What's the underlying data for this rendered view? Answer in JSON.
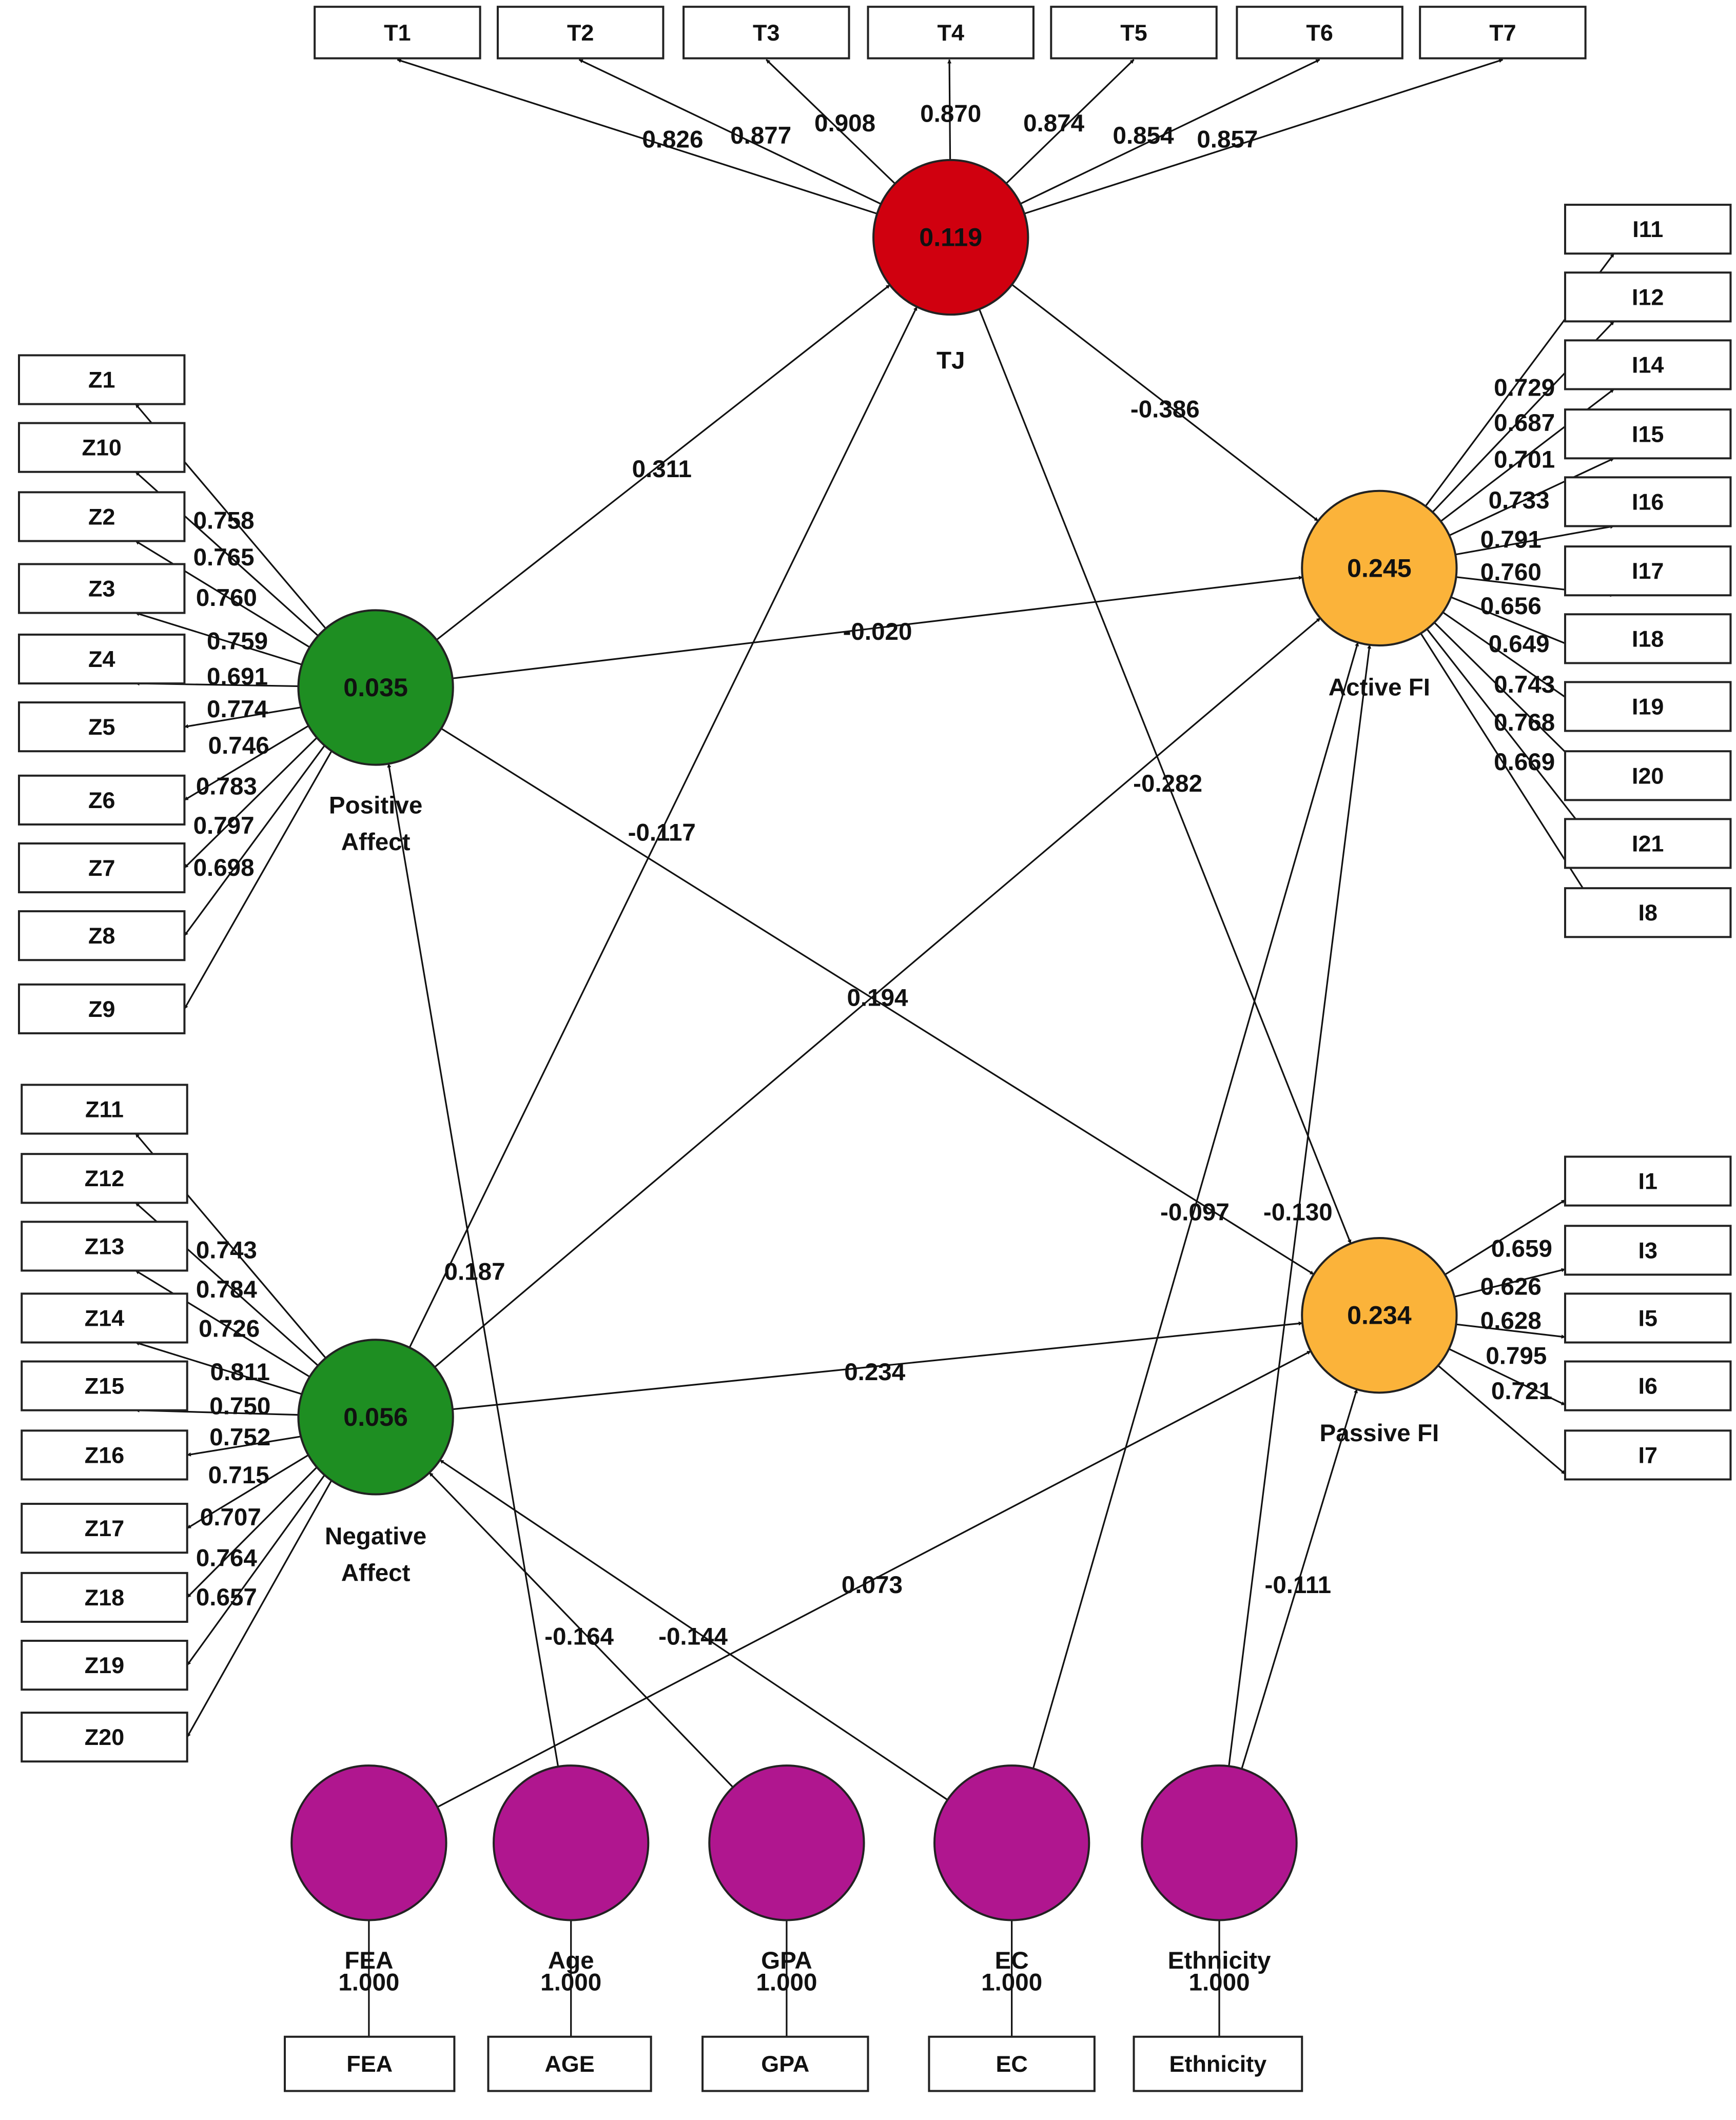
{
  "colors": {
    "tj": "#d0000f",
    "affect": "#1e8e22",
    "fi": "#fbb33a",
    "control": "#b0168f"
  },
  "nodes": {
    "tj": {
      "value": "0.119",
      "label": "TJ"
    },
    "positive_affect": {
      "value": "0.035",
      "label_line1": "Positive",
      "label_line2": "Affect"
    },
    "negative_affect": {
      "value": "0.056",
      "label_line1": "Negative",
      "label_line2": "Affect"
    },
    "active_fi": {
      "value": "0.245",
      "label": "Active FI"
    },
    "passive_fi": {
      "value": "0.234",
      "label": "Passive FI"
    },
    "fea": {
      "label": "FEA",
      "loading": "1.000",
      "indicator": "FEA"
    },
    "age": {
      "label": "Age",
      "loading": "1.000",
      "indicator": "AGE"
    },
    "gpa": {
      "label": "GPA",
      "loading": "1.000",
      "indicator": "GPA"
    },
    "ec": {
      "label": "EC",
      "loading": "1.000",
      "indicator": "EC"
    },
    "ethnicity": {
      "label": "Ethnicity",
      "loading": "1.000",
      "indicator": "Ethnicity"
    }
  },
  "indicators": {
    "t": [
      "T1",
      "T2",
      "T3",
      "T4",
      "T5",
      "T6",
      "T7"
    ],
    "z_pos": [
      "Z1",
      "Z10",
      "Z2",
      "Z3",
      "Z4",
      "Z5",
      "Z6",
      "Z7",
      "Z8",
      "Z9"
    ],
    "z_neg": [
      "Z11",
      "Z12",
      "Z13",
      "Z14",
      "Z15",
      "Z16",
      "Z17",
      "Z18",
      "Z19",
      "Z20"
    ],
    "i_active": [
      "I11",
      "I12",
      "I14",
      "I15",
      "I16",
      "I17",
      "I18",
      "I19",
      "I20",
      "I21",
      "I8"
    ],
    "i_passive": [
      "I1",
      "I3",
      "I5",
      "I6",
      "I7"
    ]
  },
  "loadings": {
    "t": [
      "0.826",
      "0.877",
      "0.908",
      "0.870",
      "0.874",
      "0.854",
      "0.857"
    ],
    "z_pos": [
      "0.758",
      "0.765",
      "0.760",
      "0.759",
      "0.691",
      "0.774",
      "0.746",
      "0.783",
      "0.797",
      "0.698"
    ],
    "z_neg": [
      "0.743",
      "0.784",
      "0.726",
      "0.811",
      "0.750",
      "0.752",
      "0.715",
      "0.707",
      "0.764",
      "0.657"
    ],
    "i_active": [
      "0.729",
      "0.687",
      "0.701",
      "0.733",
      "0.791",
      "0.760",
      "0.656",
      "0.649",
      "0.743",
      "0.768",
      "0.669"
    ],
    "i_passive": [
      "0.659",
      "0.626",
      "0.628",
      "0.795",
      "0.721"
    ]
  },
  "paths": {
    "pa_tj": "0.311",
    "tj_active": "-0.386",
    "pa_active": "-0.020",
    "tj_passive": "-0.282",
    "na_tj": "-0.117",
    "pa_passive": "0.194",
    "ec_active": "-0.097",
    "eth_active": "-0.130",
    "age_pa": "0.187",
    "na_passive": "0.234",
    "fea_passive": "0.073",
    "eth_passive": "-0.111",
    "gpa_na": "-0.164",
    "ec_na": "-0.144"
  }
}
